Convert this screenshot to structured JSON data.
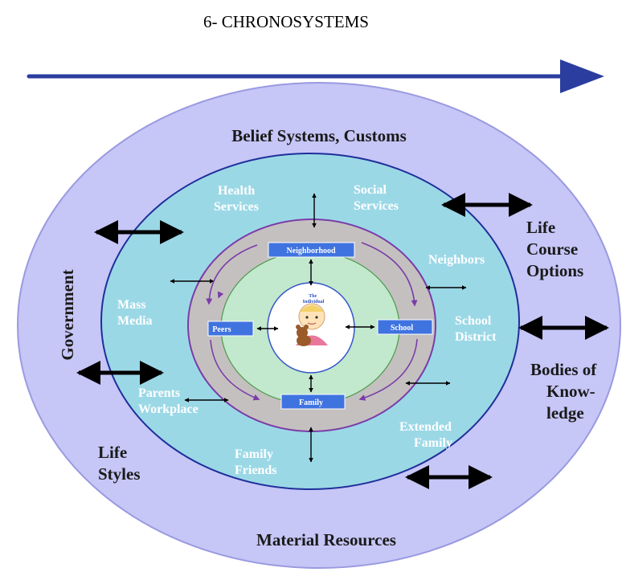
{
  "title": "6- CHRONOSYSTEMS",
  "macrosystem": {
    "top": "Belief Systems, Customs",
    "left_vertical": "Government",
    "right_upper": [
      "Life",
      "Course",
      "Options"
    ],
    "right_lower": [
      "Bodies of",
      "Know-",
      "ledge"
    ],
    "lower_left": [
      "Life",
      "Styles"
    ],
    "bottom": "Material Resources"
  },
  "exosystem": {
    "health": [
      "Health",
      "Services"
    ],
    "social": [
      "Social",
      "Services"
    ],
    "neighbors": "Neighbors",
    "mass_media": [
      "Mass",
      "Media"
    ],
    "school_district": [
      "School",
      "District"
    ],
    "parents_workplace": [
      "Parents",
      "Workplace"
    ],
    "extended_family": [
      "Extended",
      "Family"
    ],
    "family_friends": [
      "Family",
      "Friends"
    ]
  },
  "microsystem": {
    "neighborhood": "Neighborhood",
    "peers": "Peers",
    "school": "School",
    "family": "Family"
  },
  "center": {
    "label": [
      "The",
      "Individual"
    ]
  },
  "colors": {
    "timeline": "#2b3d9e",
    "macro_fill": "#c6c6f7",
    "exo_fill": "#9bd8e6",
    "meso_fill": "#c4c0c0",
    "micro_fill": "#c2e8cd",
    "tag_fill": "#3f73e0",
    "curve_arrow": "#7a3ca8"
  }
}
